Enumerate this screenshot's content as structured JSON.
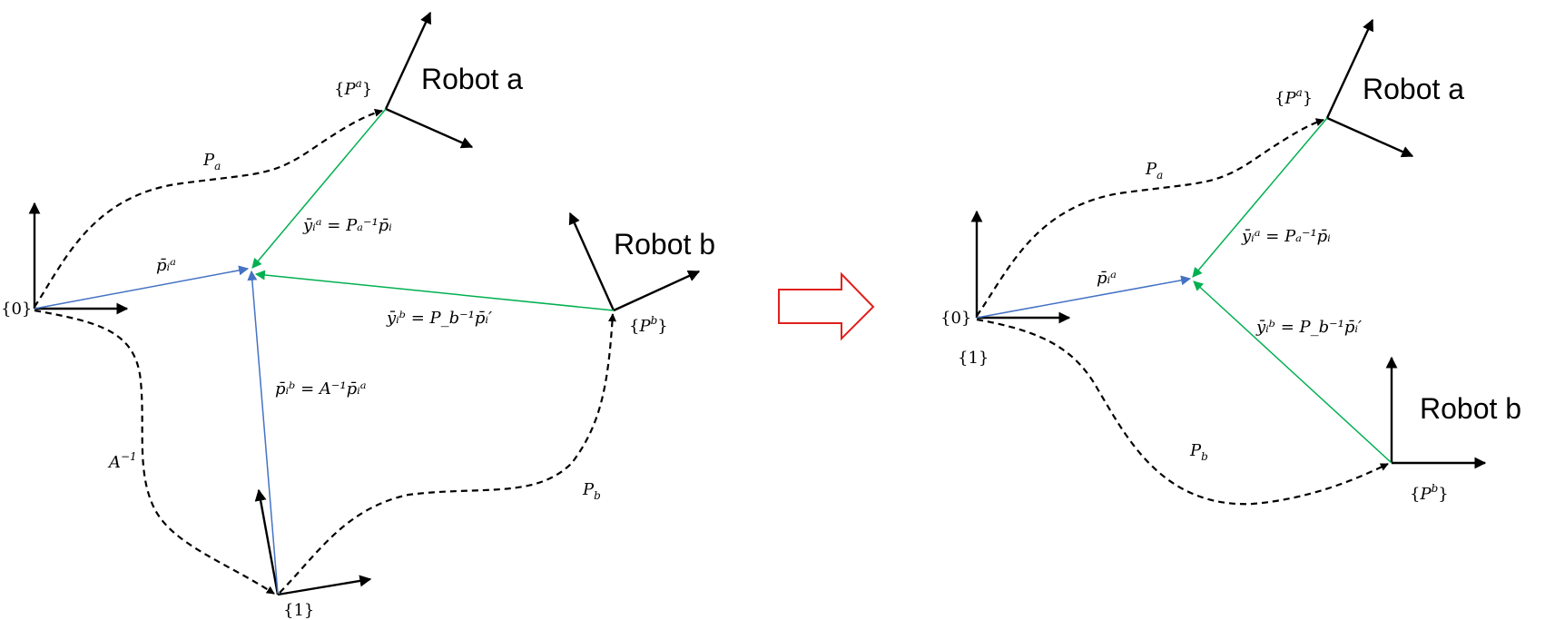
{
  "left": {
    "robot_a": "Robot a",
    "robot_b": "Robot b",
    "frame_0": "{0}",
    "frame_1": "{1}",
    "frame_pa": {
      "base": "P",
      "sup": "a"
    },
    "frame_pb": {
      "base": "P",
      "sup": "b"
    },
    "path_pa": {
      "base": "P",
      "sub": "a"
    },
    "path_pb": {
      "base": "P",
      "sub": "b"
    },
    "path_ainv": {
      "base": "A",
      "sup": "−1"
    },
    "vec_pia": "p̄ᵢᵃ",
    "eq_yia": "ȳᵢᵃ = Pₐ⁻¹p̄ᵢ",
    "eq_yib": "ȳᵢᵇ = P_b⁻¹p̄ᵢ′",
    "eq_pib": "p̄ᵢᵇ = A⁻¹p̄ᵢᵃ"
  },
  "right": {
    "robot_a": "Robot a",
    "robot_b": "Robot b",
    "frame_0": "{0}",
    "frame_1": "{1}",
    "frame_pa": {
      "base": "P",
      "sup": "a"
    },
    "frame_pb": {
      "base": "P",
      "sup": "b"
    },
    "path_pa": {
      "base": "P",
      "sub": "a"
    },
    "path_pb": {
      "base": "P",
      "sub": "b"
    },
    "vec_pia": "p̄ᵢᵃ",
    "eq_yia": "ȳᵢᵃ = Pₐ⁻¹p̄ᵢ",
    "eq_yib": "ȳᵢᵇ = P_b⁻¹p̄ᵢ′"
  },
  "colors": {
    "transform_vector": "#4472c4",
    "observation_vector": "#00b050",
    "transition_arrow": "#e0201b"
  }
}
